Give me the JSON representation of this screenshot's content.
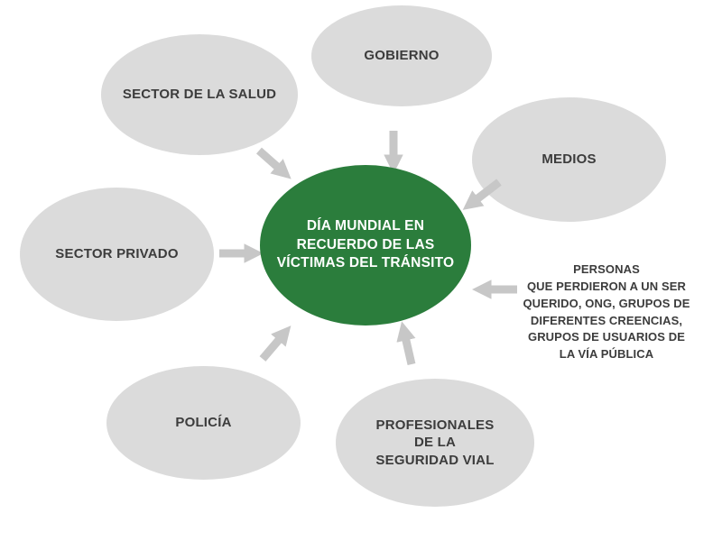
{
  "diagram": {
    "title_implicit": "",
    "colors": {
      "center_fill": "#2b7d3c",
      "center_text": "#ffffff",
      "node_fill": "#dbdbdb",
      "node_text": "#3c3c3c",
      "arrow": "#c7c7c7"
    },
    "center": {
      "lines": [
        "DÍA MUNDIAL EN",
        "RECUERDO DE LAS",
        "VÍCTIMAS DEL TRÁNSITO"
      ]
    },
    "nodes": {
      "gobierno": {
        "label": "GOBIERNO"
      },
      "salud": {
        "label": "SECTOR DE LA SALUD"
      },
      "medios": {
        "label": "MEDIOS"
      },
      "privado": {
        "label": "SECTOR PRIVADO"
      },
      "policia": {
        "label": "POLICÍA"
      },
      "profesionales": {
        "lines": [
          "PROFESIONALES",
          "DE LA",
          "SEGURIDAD VIAL"
        ]
      },
      "personas": {
        "lines": [
          "PERSONAS",
          "QUE PERDIERON A UN SER",
          "QUERIDO, ONG, GRUPOS DE",
          "DIFERENTES CREENCIAS,",
          "GRUPOS DE USUARIOS DE",
          "LA VÍA PÚBLICA"
        ]
      }
    }
  }
}
